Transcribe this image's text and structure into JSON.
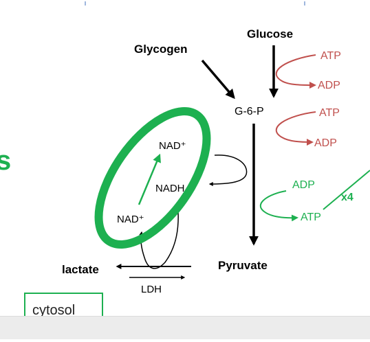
{
  "metabolites": {
    "glucose": "Glucose",
    "glycogen": "Glycogen",
    "g6p": "G-6-P",
    "pyruvate": "Pyruvate",
    "lactate": "lactate"
  },
  "cofactors": {
    "nad_top": "NAD⁺",
    "nadh": "NADH",
    "nad_bottom": "NAD⁺"
  },
  "energy": {
    "atp1": "ATP",
    "adp1": "ADP",
    "atp2": "ATP",
    "adp2": "ADP",
    "adp3": "ADP",
    "atp3": "ATP",
    "multiplier": "x4"
  },
  "enzyme": {
    "ldh": "LDH"
  },
  "compartment": {
    "label": "cytosol"
  },
  "edge_letter": "s",
  "colors": {
    "investment": "#c0504d",
    "payoff": "#1db050",
    "main": "#000000"
  }
}
